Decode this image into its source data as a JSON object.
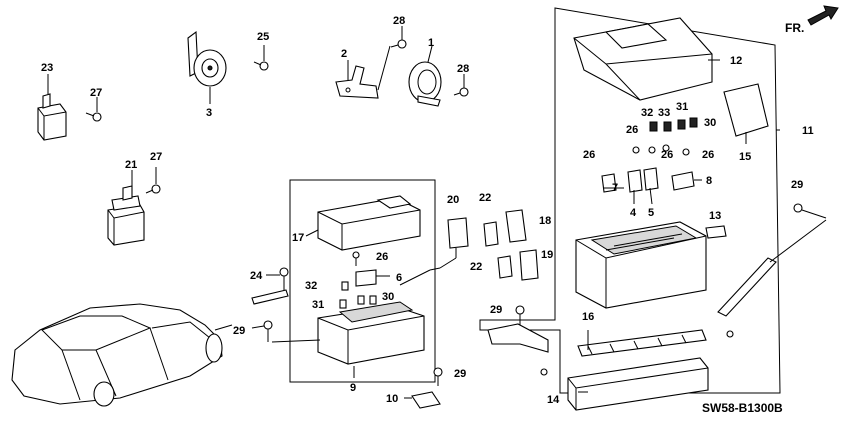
{
  "diagram": {
    "code": "SW58-B1300B",
    "direction_label": "FR.",
    "callouts": {
      "c1": "1",
      "c2": "2",
      "c3": "3",
      "c4": "4",
      "c5": "5",
      "c6": "6",
      "c7": "7",
      "c8": "8",
      "c9": "9",
      "c10": "10",
      "c11": "11",
      "c12": "12",
      "c13": "13",
      "c14": "14",
      "c15": "15",
      "c16": "16",
      "c17": "17",
      "c18": "18",
      "c19": "19",
      "c20": "20",
      "c21": "21",
      "c22": "22",
      "c23": "23",
      "c24": "24",
      "c25": "25",
      "c26": "26",
      "c27": "27",
      "c28": "28",
      "c29": "29",
      "c30": "30",
      "c31": "31",
      "c32": "32",
      "c33": "33"
    }
  }
}
